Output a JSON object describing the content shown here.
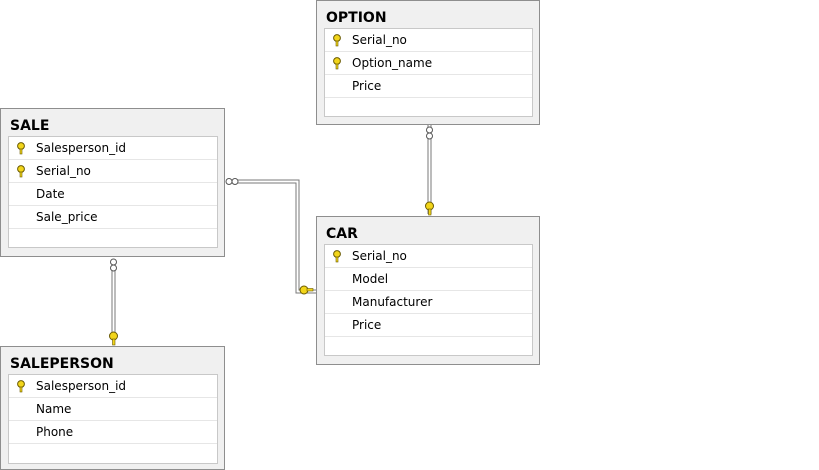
{
  "tables": {
    "option": {
      "title": "OPTION",
      "columns": [
        {
          "name": "Serial_no",
          "key": true
        },
        {
          "name": "Option_name",
          "key": true
        },
        {
          "name": "Price",
          "key": false
        }
      ]
    },
    "sale": {
      "title": "SALE",
      "columns": [
        {
          "name": "Salesperson_id",
          "key": true
        },
        {
          "name": "Serial_no",
          "key": true
        },
        {
          "name": "Date",
          "key": false
        },
        {
          "name": "Sale_price",
          "key": false
        }
      ]
    },
    "car": {
      "title": "CAR",
      "columns": [
        {
          "name": "Serial_no",
          "key": true
        },
        {
          "name": "Model",
          "key": false
        },
        {
          "name": "Manufacturer",
          "key": false
        },
        {
          "name": "Price",
          "key": false
        }
      ]
    },
    "saleperson": {
      "title": "SALEPERSON",
      "columns": [
        {
          "name": "Salesperson_id",
          "key": true
        },
        {
          "name": "Name",
          "key": false
        },
        {
          "name": "Phone",
          "key": false
        }
      ]
    }
  },
  "relationships": [
    {
      "from": "option",
      "to": "car",
      "from_end": "many",
      "to_end": "key"
    },
    {
      "from": "sale",
      "to": "car",
      "from_end": "many",
      "to_end": "key"
    },
    {
      "from": "sale",
      "to": "saleperson",
      "from_end": "many",
      "to_end": "key"
    }
  ],
  "colors": {
    "key": "#f2d51a",
    "line": "#7a7a7a",
    "box": "#f0f0f0"
  },
  "icons": {
    "key_column": "key-icon"
  }
}
